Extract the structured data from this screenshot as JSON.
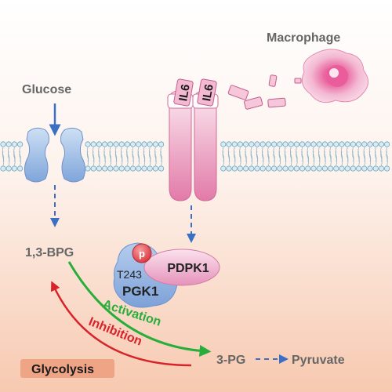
{
  "labels": {
    "macrophage": "Macrophage",
    "glucose": "Glucose",
    "il6_a": "IL6",
    "il6_b": "IL6",
    "bpg": "1,3-BPG",
    "phospho": "p",
    "pdpk1": "PDPK1",
    "t243": "T243",
    "pgk1": "PGK1",
    "activation": "Activation",
    "inhibition": "Inhibition",
    "glycolysis": "Glycolysis",
    "pg3": "3-PG",
    "pyruvate": "Pyruvate"
  },
  "colors": {
    "activation": "#27ae3a",
    "inhibition": "#d8232a",
    "flow_arrow": "#3a6fc4",
    "label_gray": "#666666",
    "membrane_head": "#cfe6f0",
    "pink": "#e48cb0",
    "blue_protein": "#8fb0df",
    "glycolysis_box": "#f2a98a"
  }
}
